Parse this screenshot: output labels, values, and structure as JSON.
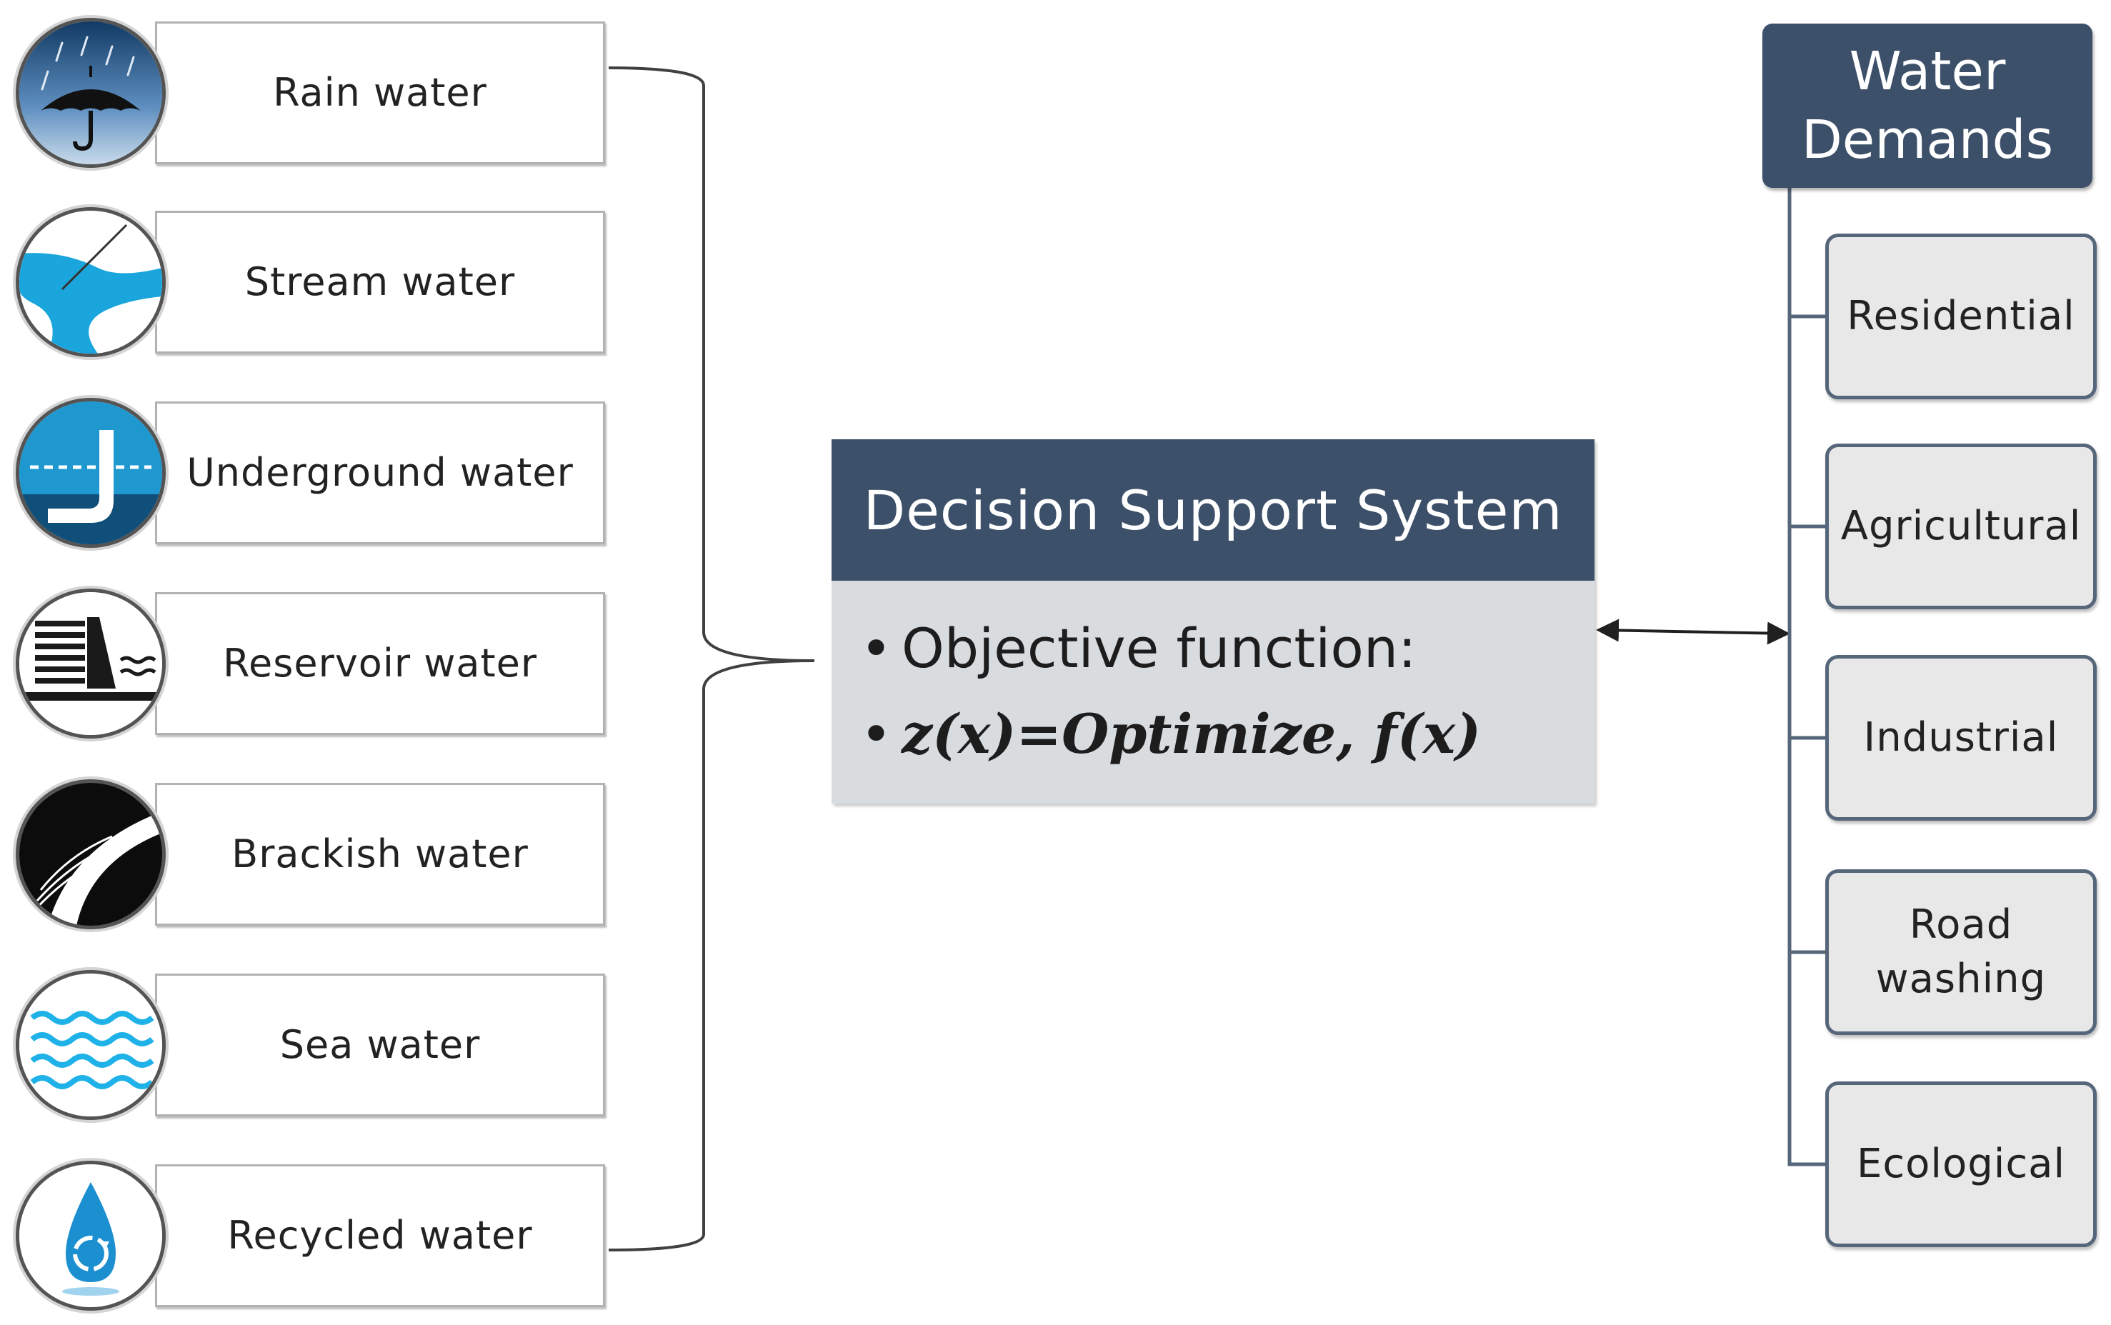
{
  "colors": {
    "header_fill": "#3d5069",
    "dss_body_fill": "#d9dcdf",
    "demand_fill": "#e8e8e8",
    "demand_border": "#57677b",
    "water_blue": "#1f98d0",
    "connector": "#404040"
  },
  "sources": [
    {
      "label": "Rain water",
      "icon": "rain-umbrella-icon"
    },
    {
      "label": "Stream water",
      "icon": "stream-icon"
    },
    {
      "label": "Underground water",
      "icon": "underground-pipe-icon"
    },
    {
      "label": "Reservoir water",
      "icon": "dam-reservoir-icon"
    },
    {
      "label": "Brackish water",
      "icon": "brackish-spray-icon"
    },
    {
      "label": "Sea water",
      "icon": "sea-waves-icon"
    },
    {
      "label": "Recycled water",
      "icon": "recycle-drop-icon"
    }
  ],
  "dss": {
    "title": "Decision Support System",
    "bullets": [
      {
        "bullet": "•",
        "text": "Objective function:"
      },
      {
        "bullet": "•",
        "text": "z(x)=Optimize, f(x)"
      }
    ]
  },
  "demands": {
    "title": "Water\nDemands",
    "items": [
      "Residential",
      "Agricultural",
      "Industrial",
      "Road\nwashing",
      "Ecological"
    ]
  }
}
